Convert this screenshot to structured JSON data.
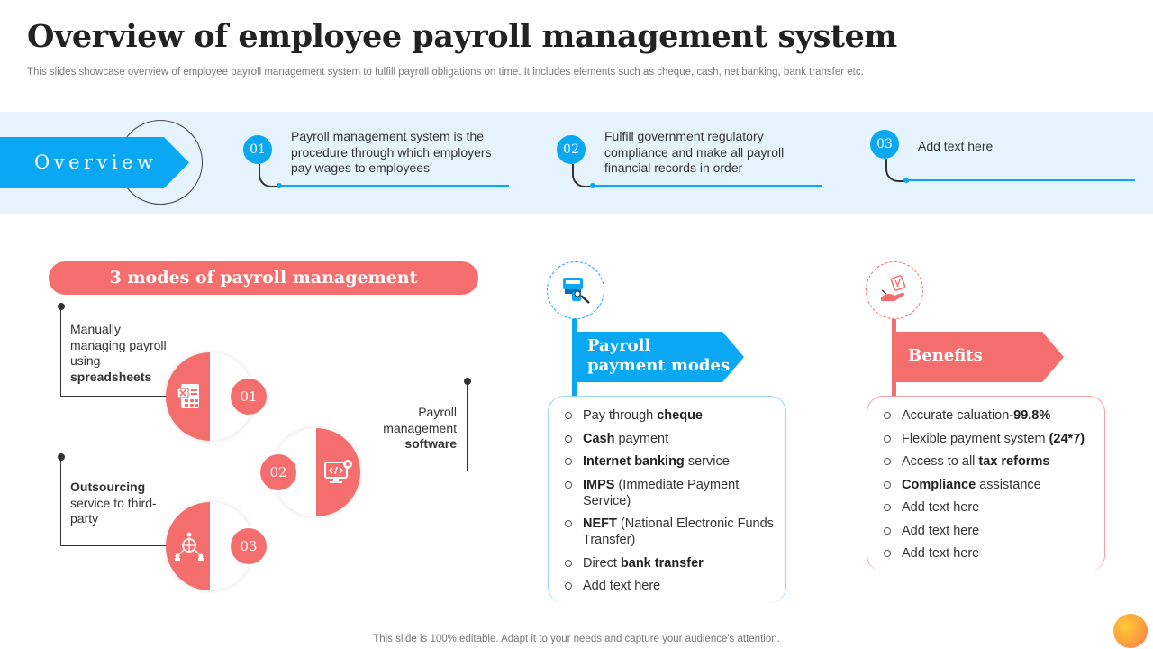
{
  "header": {
    "title": "Overview of employee payroll management system",
    "subtitle": "This slides showcase overview of employee payroll management system to fulfill payroll obligations on time. It includes elements such as cheque, cash, net banking, bank transfer etc."
  },
  "overview": {
    "label": "Overview",
    "items": [
      {
        "num": "01",
        "text": "Payroll management system is the procedure through which employers pay wages to employees"
      },
      {
        "num": "02",
        "text": "Fulfill government regulatory compliance and make all payroll financial records in order"
      },
      {
        "num": "03",
        "text": "Add text here"
      }
    ]
  },
  "modes": {
    "heading": "3 modes of payroll management",
    "items": [
      {
        "num": "01",
        "text_pre": "Manually managing payroll using ",
        "text_bold": "spreadsheets",
        "text_post": "",
        "icon": "spreadsheet-icon"
      },
      {
        "num": "02",
        "text_pre": "Payroll management ",
        "text_bold": "software",
        "text_post": "",
        "icon": "software-icon"
      },
      {
        "num": "03",
        "text_pre": "",
        "text_bold": "Outsourcing",
        "text_post": " service to third-party",
        "icon": "global-network-icon"
      }
    ]
  },
  "payment_modes": {
    "title_line1": "Payroll",
    "title_line2": "payment modes",
    "icon": "payment-terminal-icon",
    "items": [
      {
        "pre": "Pay through ",
        "bold": "cheque",
        "post": ""
      },
      {
        "pre": "",
        "bold": "Cash",
        "post": " payment"
      },
      {
        "pre": "",
        "bold": "Internet banking",
        "post": " service"
      },
      {
        "pre": "",
        "bold": "IMPS",
        "post": " (Immediate Payment Service)"
      },
      {
        "pre": "",
        "bold": "NEFT",
        "post": " (National Electronic Funds Transfer)"
      },
      {
        "pre": "Direct ",
        "bold": "bank transfer",
        "post": ""
      },
      {
        "pre": "Add text here",
        "bold": "",
        "post": ""
      }
    ]
  },
  "benefits": {
    "title": "Benefits",
    "icon": "hand-money-icon",
    "items": [
      {
        "pre": "Accurate caluation-",
        "bold": "99.8%",
        "post": ""
      },
      {
        "pre": "Flexible payment system ",
        "bold": "(24*7)",
        "post": ""
      },
      {
        "pre": "Access to all ",
        "bold": "tax reforms",
        "post": ""
      },
      {
        "pre": "",
        "bold": "Compliance",
        "post": " assistance"
      },
      {
        "pre": "Add text here",
        "bold": "",
        "post": ""
      },
      {
        "pre": "Add text here",
        "bold": "",
        "post": ""
      },
      {
        "pre": "Add text here",
        "bold": "",
        "post": ""
      }
    ]
  },
  "footer": {
    "text": "This slide is 100% editable. Adapt it to your needs and capture your audience's attention."
  },
  "colors": {
    "blue": "#0aa7f2",
    "coral": "#f46e6e",
    "band": "#e4f3fc"
  }
}
